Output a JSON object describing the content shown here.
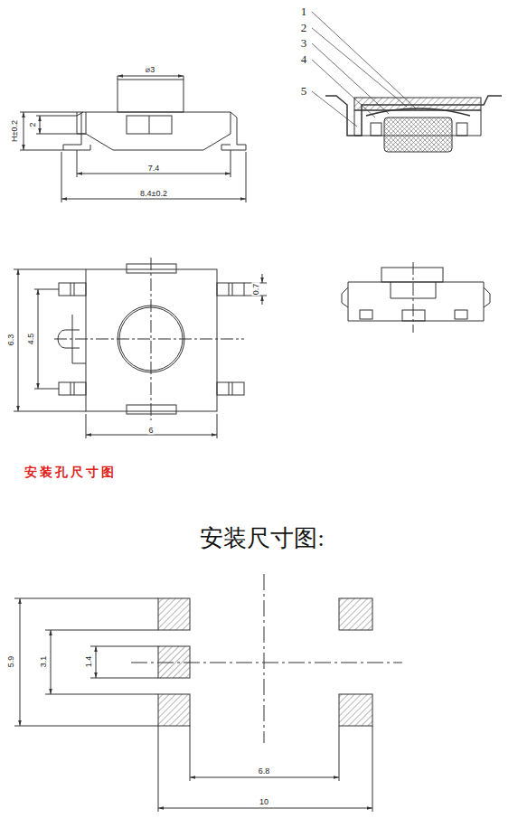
{
  "diagram": {
    "labels": [
      "⌀3",
      "H±0.2",
      "2",
      "7.4",
      "8.4±0.2",
      "1",
      "2",
      "3",
      "4",
      "5",
      "6.3",
      "4.5",
      "0.7",
      "6",
      "安装孔尺寸图",
      "安装尺寸图:",
      "5.9",
      "3.1",
      "1.4",
      "6.8",
      "10"
    ]
  }
}
